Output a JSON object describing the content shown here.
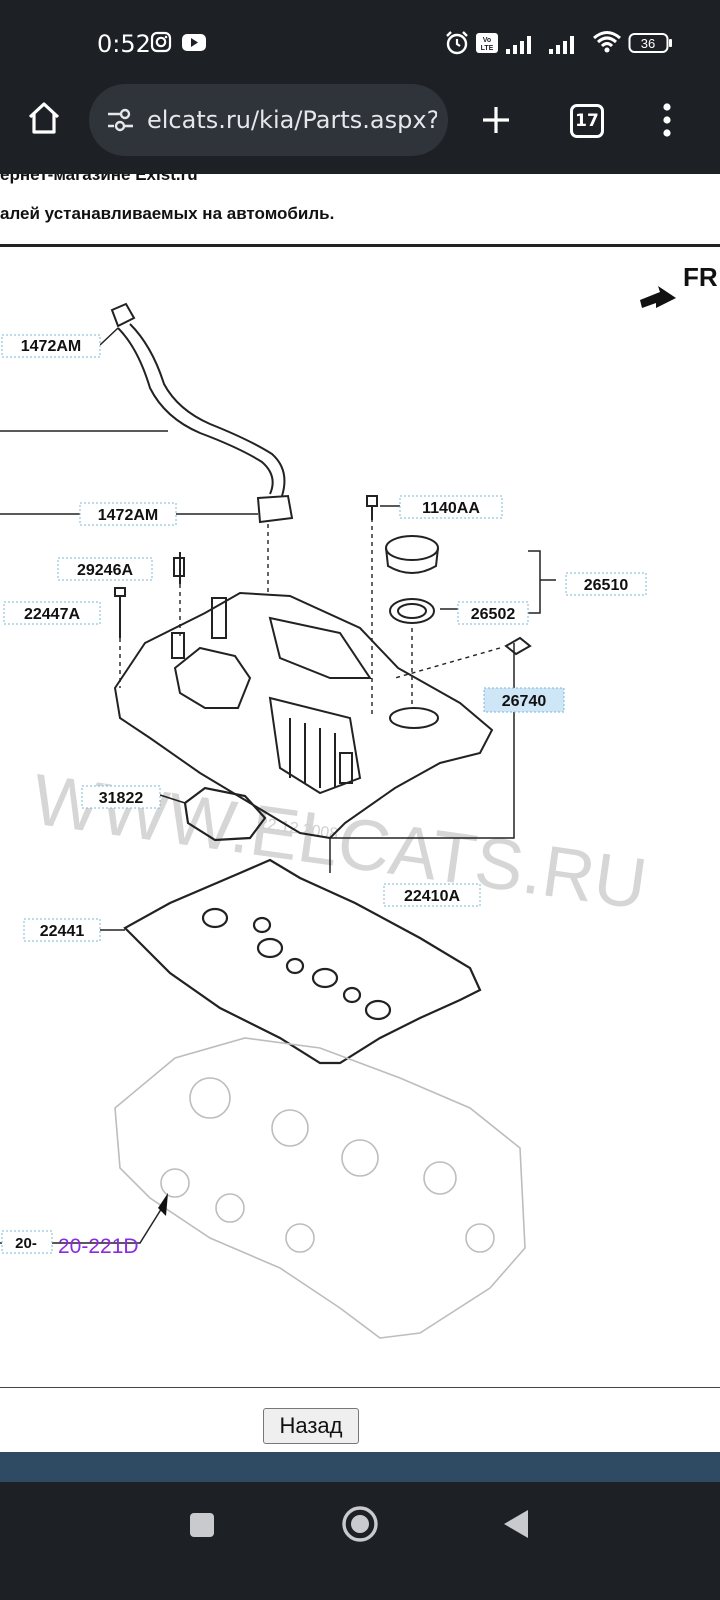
{
  "status_bar": {
    "time": "0:52",
    "battery": "36",
    "icons": [
      "instagram-icon",
      "youtube-icon",
      "alarm-icon",
      "volte-icon",
      "signal-icon",
      "signal-icon",
      "wifi-icon",
      "battery-icon"
    ]
  },
  "browser": {
    "url": "elcats.ru/kia/Parts.aspx?I",
    "tab_count": "17",
    "icons": [
      "home-icon",
      "site-settings-icon",
      "new-tab-icon",
      "tabs-icon",
      "menu-icon"
    ]
  },
  "page": {
    "info_line1": "ернет-магазине Exist.ru",
    "info_line2": "алей устанавливаемых на автомобиль.",
    "back_button": "Назад"
  },
  "diagram": {
    "front_label": "FR",
    "watermark": "WWW.ELCATS.RU",
    "date_stamp": "22.12.2008",
    "parts": [
      {
        "id": "p1",
        "code": "1472AM",
        "highlighted": false
      },
      {
        "id": "p2",
        "code": "1472AM",
        "highlighted": false
      },
      {
        "id": "p3",
        "code": "1140AA",
        "highlighted": false
      },
      {
        "id": "p4",
        "code": "29246A",
        "highlighted": false
      },
      {
        "id": "p5",
        "code": "26510",
        "highlighted": false
      },
      {
        "id": "p6",
        "code": "22447A",
        "highlighted": false
      },
      {
        "id": "p7",
        "code": "26502",
        "highlighted": false
      },
      {
        "id": "p8",
        "code": "26740",
        "highlighted": true
      },
      {
        "id": "p9",
        "code": "31822",
        "highlighted": false
      },
      {
        "id": "p10",
        "code": "22410A",
        "highlighted": false
      },
      {
        "id": "p11",
        "code": "22441",
        "highlighted": false
      },
      {
        "id": "p12",
        "code": "20-",
        "highlighted": false
      }
    ],
    "ref_link": "20-221D",
    "colors": {
      "highlight_bg": "#cfe6f7",
      "link": "#8a2be2",
      "label_border": "#7ab8d8"
    }
  },
  "nav_bar": {
    "icons": [
      "recents-icon",
      "home-circle-icon",
      "back-icon"
    ]
  }
}
